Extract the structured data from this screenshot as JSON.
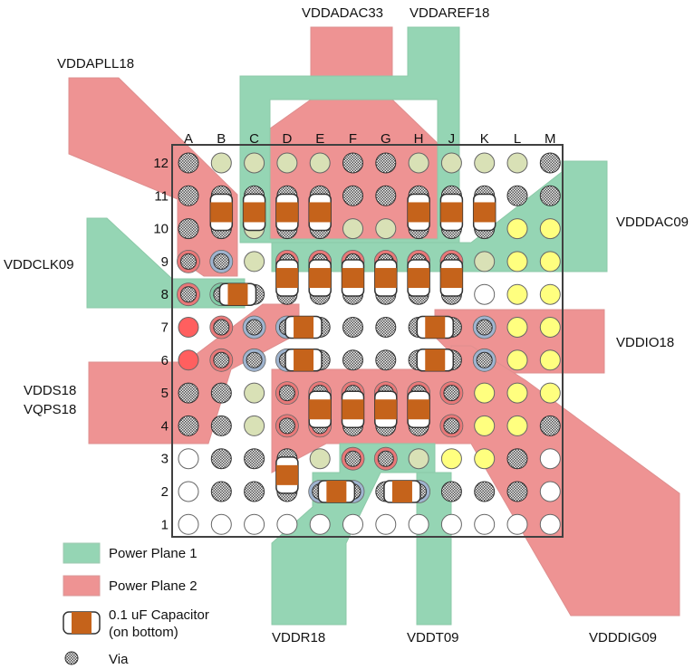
{
  "colors": {
    "plane1": "#95d5b4",
    "plane2": "#ee9393",
    "cap_body": "#c5631b",
    "pad_yellow": "#ffff7f",
    "pad_olive": "#d9e1b6",
    "pad_red": "#ff5f5f",
    "via_ring_red": "#e87878",
    "via_ring_green": "#7fcba5",
    "via_ring_blue": "#9fb4cf"
  },
  "columns": [
    "A",
    "B",
    "C",
    "D",
    "E",
    "F",
    "G",
    "H",
    "J",
    "K",
    "L",
    "M"
  ],
  "rows": [
    "12",
    "11",
    "10",
    "9",
    "8",
    "7",
    "6",
    "5",
    "4",
    "3",
    "2",
    "1"
  ],
  "net_labels": {
    "vddadac33": "VDDADAC33",
    "vddaref18": "VDDAREF18",
    "vddapll18": "VDDAPLL18",
    "vdddac09": "VDDDAC09",
    "vddclk09": "VDDCLK09",
    "vddio18": "VDDIO18",
    "vdds18": "VDDS18",
    "vqps18": "VQPS18",
    "vddr18": "VDDR18",
    "vddt09": "VDDT09",
    "vdddig09": "VDDDIG09"
  },
  "legend": {
    "plane1": "Power Plane 1",
    "plane2": "Power Plane 2",
    "capacitor_line1": "0.1 uF Capacitor",
    "capacitor_line2": "(on bottom)",
    "via": "Via"
  },
  "pad_types": {
    "v": "via",
    "vr": "via with red ring",
    "vg": "via with green ring",
    "vb": "via with blue ring",
    "w": "white pad",
    "y": "yellow pad",
    "o": "olive pad",
    "r": "red pad"
  },
  "pads": [
    [
      "v",
      "o",
      "o",
      "o",
      "o",
      "v",
      "v",
      "o",
      "o",
      "o",
      "o",
      "v"
    ],
    [
      "v",
      "v",
      "v",
      "v",
      "v",
      "v",
      "v",
      "v",
      "v",
      "v",
      "v",
      "v"
    ],
    [
      "v",
      "v",
      "o",
      "v",
      "v",
      "o",
      "o",
      "v",
      "v",
      "v",
      "y",
      "y"
    ],
    [
      "vr",
      "vb",
      "o",
      "vr",
      "vr",
      "vr",
      "vr",
      "vr",
      "vr",
      "o",
      "y",
      "y"
    ],
    [
      "vr",
      "vg",
      "v",
      "v",
      "v",
      "v",
      "v",
      "v",
      "v",
      "w",
      "y",
      "y"
    ],
    [
      "r",
      "vr",
      "vb",
      "vb",
      "v",
      "v",
      "v",
      "v",
      "v",
      "vb",
      "y",
      "y"
    ],
    [
      "r",
      "vr",
      "vb",
      "vb",
      "v",
      "v",
      "v",
      "v",
      "v",
      "vb",
      "y",
      "y"
    ],
    [
      "v",
      "v",
      "o",
      "vr",
      "vr",
      "vr",
      "vr",
      "vr",
      "vr",
      "y",
      "y",
      "y"
    ],
    [
      "v",
      "v",
      "o",
      "vr",
      "vr",
      "v",
      "v",
      "v",
      "vr",
      "y",
      "y",
      "v"
    ],
    [
      "w",
      "v",
      "v",
      "v",
      "o",
      "vr",
      "vr",
      "o",
      "y",
      "y",
      "v",
      "w"
    ],
    [
      "w",
      "v",
      "v",
      "v",
      "vb",
      "vb",
      "v",
      "vb",
      "v",
      "v",
      "v",
      "w"
    ],
    [
      "w",
      "w",
      "w",
      "w",
      "w",
      "w",
      "w",
      "w",
      "w",
      "w",
      "w",
      "w"
    ]
  ],
  "capacitors": [
    {
      "col": "B",
      "row": "10.5",
      "orient": "v"
    },
    {
      "col": "C",
      "row": "10.5",
      "orient": "v"
    },
    {
      "col": "D",
      "row": "10.5",
      "orient": "v"
    },
    {
      "col": "E",
      "row": "10.5",
      "orient": "v"
    },
    {
      "col": "H",
      "row": "10.5",
      "orient": "v"
    },
    {
      "col": "J",
      "row": "10.5",
      "orient": "v"
    },
    {
      "col": "K",
      "row": "10.5",
      "orient": "v"
    },
    {
      "col": "D",
      "row": "8.5",
      "orient": "v"
    },
    {
      "col": "E",
      "row": "8.5",
      "orient": "v"
    },
    {
      "col": "F",
      "row": "8.5",
      "orient": "v"
    },
    {
      "col": "G",
      "row": "8.5",
      "orient": "v"
    },
    {
      "col": "H",
      "row": "8.5",
      "orient": "v"
    },
    {
      "col": "J",
      "row": "8.5",
      "orient": "v"
    },
    {
      "col": "B.5",
      "row": "8",
      "orient": "h"
    },
    {
      "col": "D.5",
      "row": "7",
      "orient": "h"
    },
    {
      "col": "H.5",
      "row": "7",
      "orient": "h"
    },
    {
      "col": "D.5",
      "row": "6",
      "orient": "h"
    },
    {
      "col": "H.5",
      "row": "6",
      "orient": "h"
    },
    {
      "col": "E",
      "row": "4.5",
      "orient": "v"
    },
    {
      "col": "F",
      "row": "4.5",
      "orient": "v"
    },
    {
      "col": "G",
      "row": "4.5",
      "orient": "v"
    },
    {
      "col": "H",
      "row": "4.5",
      "orient": "v"
    },
    {
      "col": "D",
      "row": "2.5",
      "orient": "v"
    },
    {
      "col": "E.5",
      "row": "2",
      "orient": "h"
    },
    {
      "col": "G.5",
      "row": "2",
      "orient": "h"
    }
  ]
}
